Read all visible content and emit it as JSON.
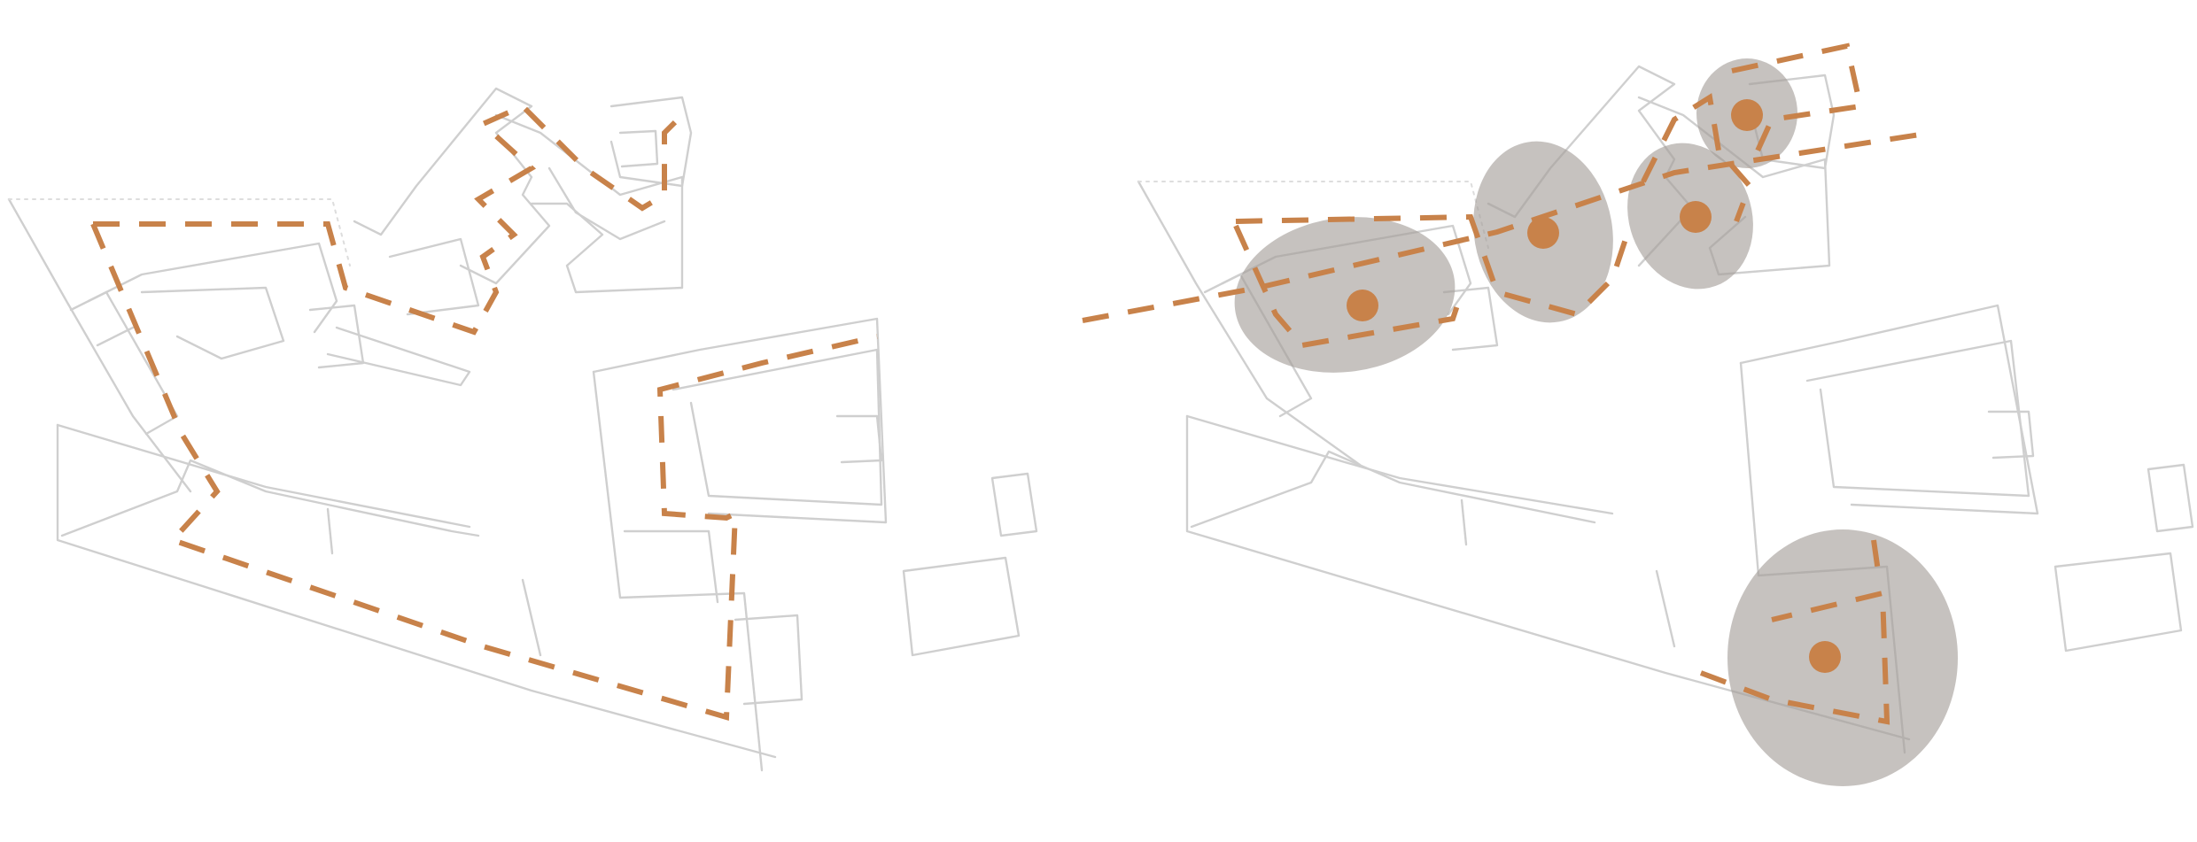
{
  "diagram": {
    "colors": {
      "background": "#ffffff",
      "walls": "#cfcfcf",
      "route": "#c8824a",
      "zone_fill": "#a39d97",
      "hub": "#c8824a"
    },
    "panels": [
      {
        "id": "left",
        "content": "floor-plan-with-circulation-route"
      },
      {
        "id": "right",
        "content": "floor-plan-with-activity-zones"
      }
    ],
    "zones": [
      {
        "id": "zone-1"
      },
      {
        "id": "zone-2"
      },
      {
        "id": "zone-3"
      },
      {
        "id": "zone-4"
      },
      {
        "id": "zone-5"
      }
    ]
  }
}
